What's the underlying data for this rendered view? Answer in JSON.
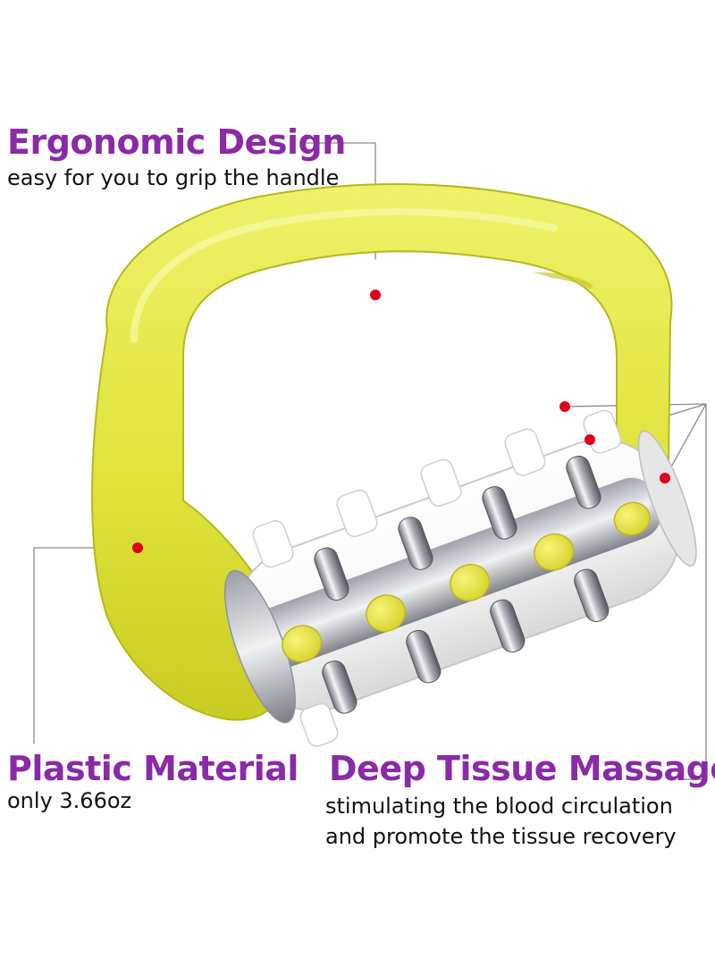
{
  "callouts": {
    "ergonomic": {
      "title": "Ergonomic Design",
      "description": "easy for you to grip the handle"
    },
    "plastic": {
      "title": "Plastic Material",
      "description": "only 3.66oz"
    },
    "deep_tissue": {
      "title": "Deep Tissue Massage",
      "description_line1": "stimulating the blood circulation",
      "description_line2": "and promote the tissue recovery"
    }
  },
  "product": {
    "handle_color": "#e6ea3c",
    "roller_color": "#f4f4f4",
    "nub_accent_color": "#e8e640",
    "marker_color": "#e0001a",
    "chrome_color": "#b8bcc4"
  },
  "colors": {
    "title_purple": "#8a2aa8",
    "leader_line_gray": "#8a8a8a"
  }
}
